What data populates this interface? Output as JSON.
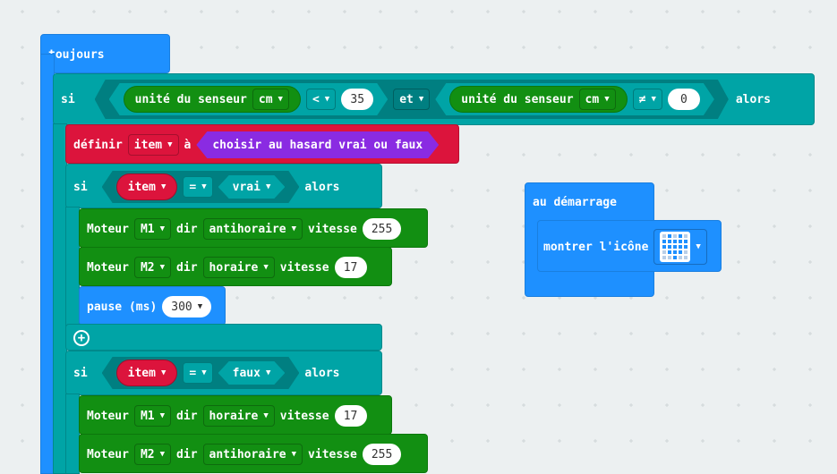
{
  "forever": {
    "label": "toujours"
  },
  "if_outer": {
    "if_label": "si",
    "sensor1": "unité du senseur",
    "unit1": "cm",
    "op1": "<",
    "val1": "35",
    "and_label": "et",
    "sensor2": "unité du senseur",
    "unit2": "cm",
    "op2": "≠",
    "val2": "0",
    "then_label": "alors"
  },
  "set_item": {
    "label": "définir",
    "var": "item",
    "to": "à",
    "value": "choisir au hasard vrai ou faux"
  },
  "if_true": {
    "if_label": "si",
    "var": "item",
    "op": "=",
    "bool": "vrai",
    "then_label": "alors",
    "motor1": {
      "label": "Moteur",
      "motor": "M1",
      "dir_label": "dir",
      "dir": "antihoraire",
      "speed_label": "vitesse",
      "speed": "255"
    },
    "motor2": {
      "label": "Moteur",
      "motor": "M2",
      "dir_label": "dir",
      "dir": "horaire",
      "speed_label": "vitesse",
      "speed": "17"
    },
    "pause": {
      "label": "pause (ms)",
      "value": "300"
    }
  },
  "if_false": {
    "if_label": "si",
    "var": "item",
    "op": "=",
    "bool": "faux",
    "then_label": "alors",
    "motor1": {
      "label": "Moteur",
      "motor": "M1",
      "dir_label": "dir",
      "dir": "horaire",
      "speed_label": "vitesse",
      "speed": "17"
    },
    "motor2": {
      "label": "Moteur",
      "motor": "M2",
      "dir_label": "dir",
      "dir": "antihoraire",
      "speed_label": "vitesse",
      "speed": "255"
    }
  },
  "on_start": {
    "label": "au démarrage",
    "show_icon_label": "montrer l'icône",
    "icon": "heart-icon",
    "icon_pixels": [
      0,
      1,
      0,
      1,
      0,
      1,
      1,
      1,
      1,
      1,
      1,
      1,
      1,
      1,
      1,
      0,
      1,
      1,
      1,
      0,
      0,
      0,
      1,
      0,
      0
    ]
  },
  "icons": {
    "plus": "+",
    "dropdown": "▼"
  },
  "colors": {
    "background": "#ecf0f1",
    "loops": "#1e90ff",
    "logic": "#00a4a6",
    "motor": "#128f12",
    "variables": "#dc143c",
    "random": "#8a2be2"
  }
}
